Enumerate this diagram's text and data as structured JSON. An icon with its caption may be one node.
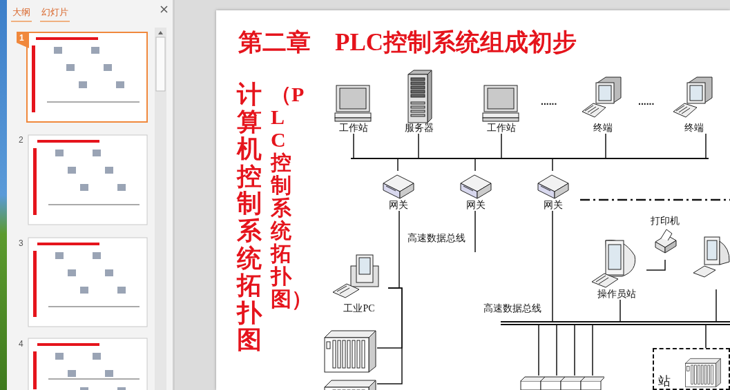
{
  "diagram": {
    "title": "第二章　PLC控制系统组成初步",
    "nodes": [
      {
        "text": [
          "工作站"
        ]
      },
      {
        "text": [
          "服务器"
        ]
      },
      {
        "text": [
          "工作站"
        ]
      },
      {
        "text": [
          "终端"
        ]
      },
      {
        "text": [
          "终端"
        ]
      },
      {
        "text": [],
        "shape": "bar"
      },
      {
        "text": [
          "网关"
        ]
      },
      {
        "text": [
          "网关"
        ]
      },
      {
        "text": [
          "网关"
        ]
      },
      {
        "text": [
          "工业PC"
        ]
      },
      {
        "text": [],
        "shape": "picture"
      },
      {
        "text": [],
        "shape": "picture"
      },
      {
        "text": [
          "打印机"
        ]
      },
      {
        "text": [
          "操作员站"
        ]
      },
      {
        "text": [],
        "shape": "picture"
      },
      {
        "text": [],
        "shape": "bar"
      },
      {
        "text": [],
        "shape": "picture"
      },
      {
        "text": [
          "站"
        ]
      },
      {
        "text": [],
        "shape": "picture",
        "in": 17
      }
    ],
    "edges": [
      {
        "from": 0,
        "to": 5,
        "arrow": "none"
      },
      {
        "from": 1,
        "to": 5,
        "arrow": "none"
      },
      {
        "from": 2,
        "to": 5,
        "arrow": "none"
      },
      {
        "from": 3,
        "to": 5,
        "arrow": "none"
      },
      {
        "from": 4,
        "to": 5,
        "arrow": "none"
      },
      {
        "from": 5,
        "to": 6,
        "arrow": "none"
      },
      {
        "from": 5,
        "to": 7,
        "arrow": "none"
      },
      {
        "from": 5,
        "to": 8,
        "arrow": "none"
      },
      {
        "from": 6,
        "to": 9,
        "arrow": "none"
      },
      {
        "from": 7,
        "to": null,
        "arrow": "none"
      },
      {
        "from": 8,
        "to": 15,
        "arrow": "none"
      },
      {
        "from": 9,
        "to": 10,
        "arrow": "none"
      },
      {
        "from": 9,
        "to": 11,
        "arrow": "none"
      },
      {
        "from": 13,
        "to": 12,
        "arrow": "none"
      },
      {
        "from": 13,
        "to": 15,
        "arrow": "none"
      },
      {
        "from": 14,
        "to": 15,
        "arrow": "none"
      },
      {
        "from": 15,
        "to": 16,
        "arrow": "none"
      },
      {
        "from": 15,
        "to": 16,
        "arrow": "none"
      },
      {
        "from": 15,
        "to": 16,
        "arrow": "none"
      },
      {
        "from": 15,
        "to": 16,
        "arrow": "none"
      },
      {
        "from": 17,
        "to": 15,
        "arrow": "none"
      }
    ],
    "labels": [
      "大纲",
      "幻灯片",
      "1",
      "2",
      "3",
      "4",
      "计算机控制系统拓扑图",
      "（PLC控制系统拓扑图）",
      "......",
      "......",
      "高速数据总线",
      "高速数据总线"
    ]
  }
}
